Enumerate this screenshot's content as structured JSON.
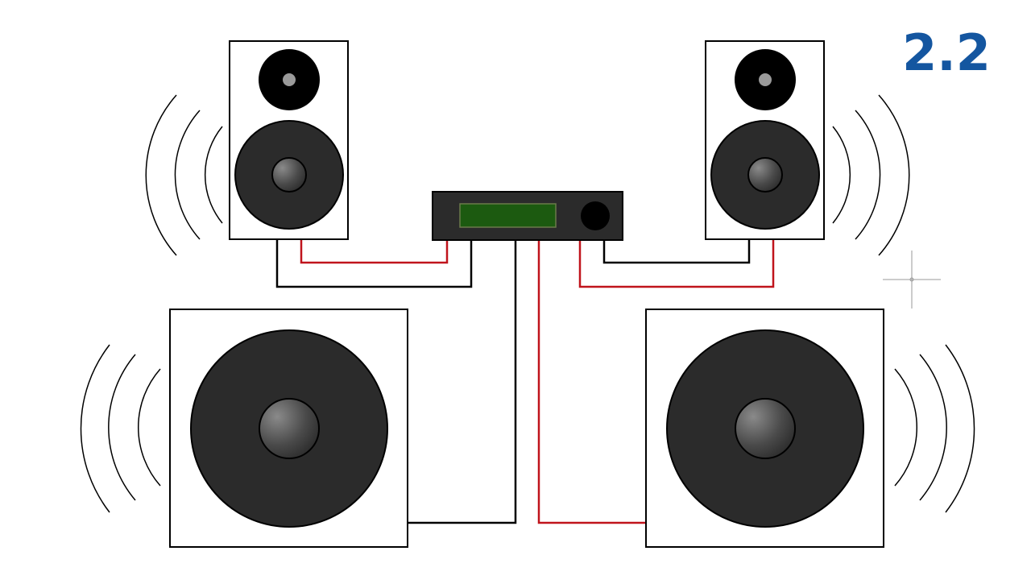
{
  "config_label": "2.2",
  "colors": {
    "background": "#ffffff",
    "outline": "#000000",
    "driver": "#2b2b2b",
    "tweeter_tip": "#9a9a9a",
    "receiver_body": "#2b2b2b",
    "receiver_display": "#1c5a10",
    "positive_wire": "#c0141c",
    "negative_wire": "#000000",
    "label": "#1456a0"
  },
  "components": {
    "receiver": {
      "name": "receiver",
      "parts": [
        "display",
        "volume-knob"
      ]
    },
    "speakers": [
      {
        "name": "front-left-speaker",
        "kind": "bookshelf",
        "side": "left"
      },
      {
        "name": "front-right-speaker",
        "kind": "bookshelf",
        "side": "right"
      },
      {
        "name": "left-subwoofer",
        "kind": "subwoofer",
        "side": "left"
      },
      {
        "name": "right-subwoofer",
        "kind": "subwoofer",
        "side": "right"
      }
    ]
  }
}
